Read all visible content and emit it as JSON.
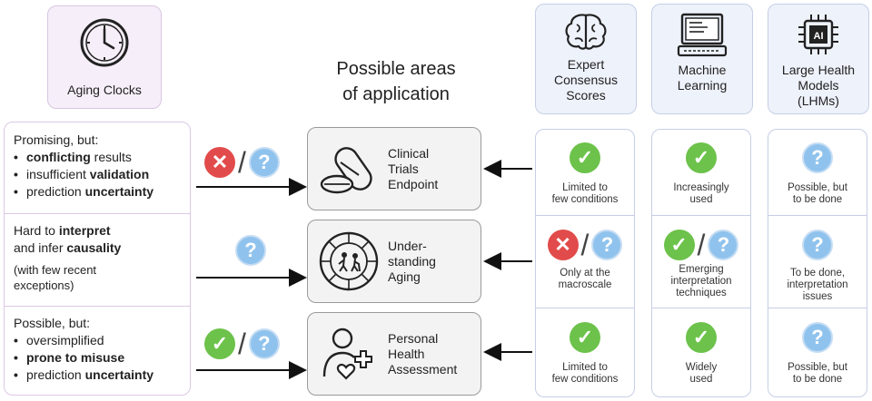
{
  "title": "Possible areas\nof application",
  "aging_clocks": {
    "label": "Aging Clocks",
    "icon": "clock-icon"
  },
  "methods": [
    {
      "label": "Expert\nConsensus\nScores",
      "icon": "brain-icon"
    },
    {
      "label": "Machine\nLearning",
      "icon": "computer-icon"
    },
    {
      "label": "Large Health\nModels\n(LHMs)",
      "icon": "ai-chip-icon"
    }
  ],
  "rows": [
    {
      "intro": "Promising, but:",
      "bullets": [
        {
          "bold": "conflicting",
          "text": " results",
          "bold_first": true
        },
        {
          "bold": "validation",
          "text": "insufficient ",
          "bold_first": false
        },
        {
          "bold": "uncertainty",
          "text": "prediction ",
          "bold_first": false
        }
      ],
      "verdict": [
        "cross",
        "question"
      ],
      "application": "Clinical\nTrials\nEndpoint",
      "app_icon": "pills-icon",
      "cells": [
        {
          "marks": [
            "check"
          ],
          "text": "Limited to\nfew conditions"
        },
        {
          "marks": [
            "check"
          ],
          "text": "Increasingly\nused"
        },
        {
          "marks": [
            "question"
          ],
          "text": "Possible, but\nto be done"
        }
      ]
    },
    {
      "line1_pre": "Hard to ",
      "line1_bold": "interpret",
      "line2_pre": "and infer ",
      "line2_bold": "causality",
      "note": "(with few recent\nexceptions)",
      "verdict": [
        "question"
      ],
      "application": "Under-\nstanding\nAging",
      "app_icon": "aging-wheel-icon",
      "cells": [
        {
          "marks": [
            "cross",
            "question"
          ],
          "text": "Only at the\nmacroscale"
        },
        {
          "marks": [
            "check",
            "question"
          ],
          "text": "Emerging\ninterpretation\ntechniques"
        },
        {
          "marks": [
            "question"
          ],
          "text": "To be done,\ninterpretation\nissues"
        }
      ]
    },
    {
      "intro": "Possible, but:",
      "bullets": [
        {
          "bold": "",
          "text": "oversimplified",
          "bold_first": false
        },
        {
          "bold": "prone to misuse",
          "text": "",
          "bold_first": true
        },
        {
          "bold": "uncertainty",
          "text": "prediction ",
          "bold_first": false
        }
      ],
      "verdict": [
        "check",
        "question"
      ],
      "application": "Personal\nHealth\nAssessment",
      "app_icon": "person-heart-icon",
      "cells": [
        {
          "marks": [
            "check"
          ],
          "text": "Limited to\nfew conditions"
        },
        {
          "marks": [
            "check"
          ],
          "text": "Widely\nused"
        },
        {
          "marks": [
            "question"
          ],
          "text": "Possible, but\nto be done"
        }
      ]
    }
  ],
  "colors": {
    "check": "#6cc24a",
    "cross": "#e24b4b",
    "question": "#8fc3ee",
    "method_border": "#c6cfe6",
    "aging_border": "#ddc9e3"
  }
}
